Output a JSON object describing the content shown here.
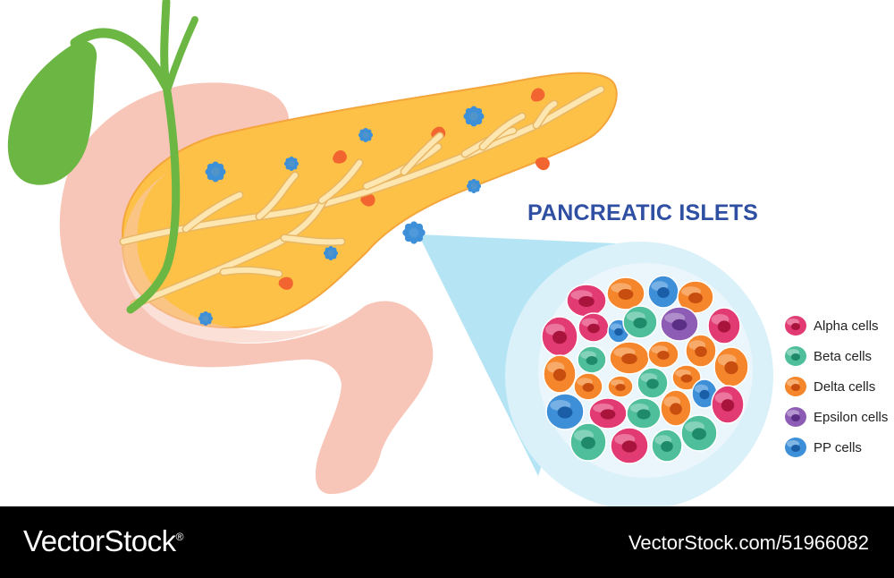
{
  "title": "PANCREATIC ISLETS",
  "legend": [
    {
      "label": "Alpha cells",
      "color": "#e23a72",
      "nucleus": "#a8143c"
    },
    {
      "label": "Beta cells",
      "color": "#4fbf9b",
      "nucleus": "#1f8a6a"
    },
    {
      "label": "Delta cells",
      "color": "#f5862b",
      "nucleus": "#c84e10"
    },
    {
      "label": "Epsilon cells",
      "color": "#8d5cb5",
      "nucleus": "#5a2f85"
    },
    {
      "label": "PP cells",
      "color": "#3d8fd8",
      "nucleus": "#1a5ea8"
    }
  ],
  "colors": {
    "pancreas": "#fcc146",
    "duodenum": "#f8c6b8",
    "gallbladder": "#6cb644",
    "duct": "#fde6b0",
    "vessel": "#f26530",
    "islet": "#3d8fd8",
    "zoom": "#a8e1f3"
  },
  "footer": {
    "brand": "VectorStock",
    "brand_mark": "®",
    "url": "VectorStock.com/51966082"
  }
}
